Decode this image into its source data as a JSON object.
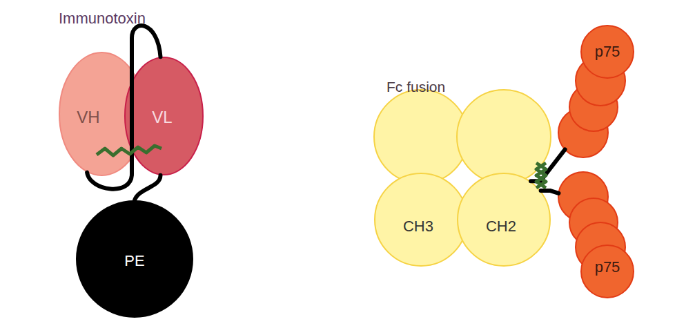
{
  "diagram": {
    "nodes": [
      {
        "text": [
          "VH"
        ]
      },
      {
        "text": [
          "VL"
        ]
      },
      {
        "text": [
          "PE"
        ]
      },
      {
        "text": [
          "CH3"
        ]
      },
      {
        "text": [
          "CH2"
        ]
      },
      {
        "text": [
          "p75"
        ]
      },
      {
        "text": [
          "p75"
        ]
      }
    ],
    "edges": [
      {
        "from": 0,
        "to": 1,
        "arrow": "none"
      },
      {
        "from": 1,
        "to": 2,
        "arrow": "none"
      },
      {
        "from": 4,
        "to": 5,
        "arrow": "none"
      },
      {
        "from": 4,
        "to": 6,
        "arrow": "none"
      }
    ],
    "labels": [
      "Immunotoxin",
      "Fc fusion"
    ]
  }
}
